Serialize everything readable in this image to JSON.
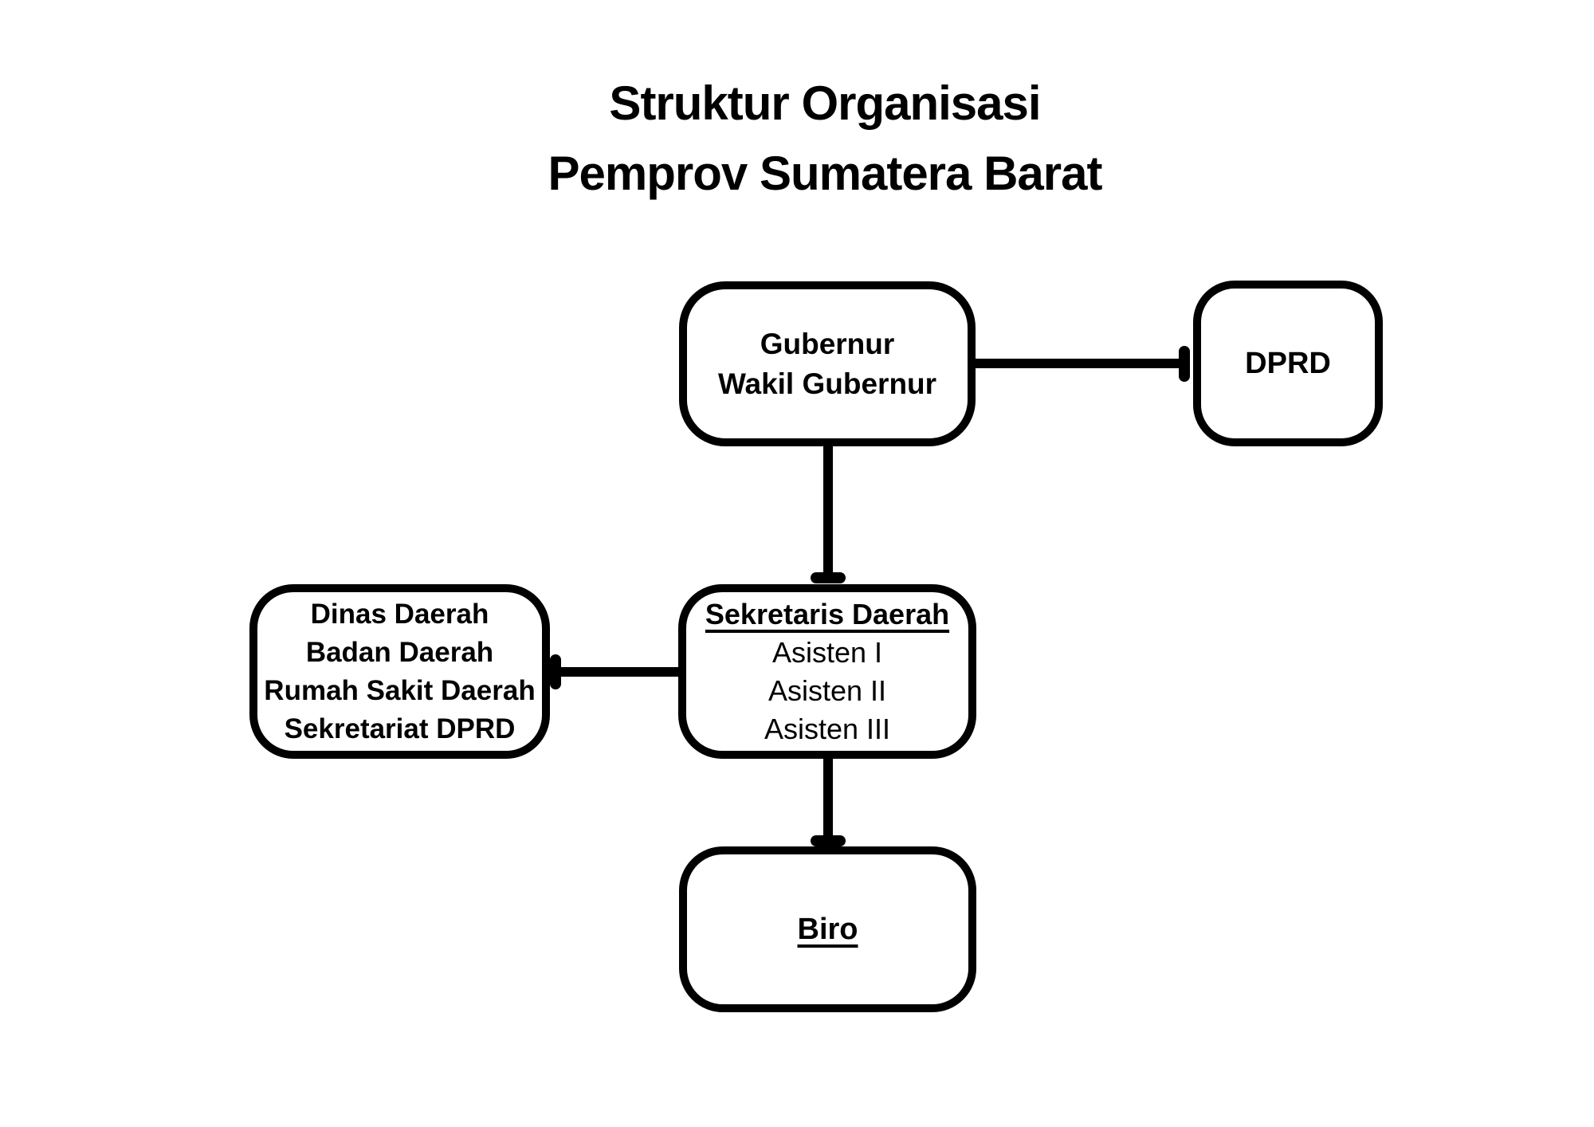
{
  "title": {
    "line1": "Struktur Organisasi",
    "line2": "Pemprov Sumatera Barat"
  },
  "nodes": {
    "gubernur": {
      "lines": [
        "Gubernur",
        "Wakil Gubernur"
      ]
    },
    "dprd": {
      "label": "DPRD"
    },
    "sekretaris_daerah": {
      "heading": "Sekretaris Daerah",
      "items": [
        "Asisten I",
        "Asisten II",
        "Asisten III"
      ]
    },
    "perangkat_daerah": {
      "lines": [
        "Dinas Daerah",
        "Badan Daerah",
        "Rumah Sakit Daerah",
        "Sekretariat DPRD"
      ]
    },
    "biro": {
      "label": "Biro"
    }
  },
  "edges": [
    {
      "from": "gubernur",
      "to": "dprd",
      "direction": "horizontal"
    },
    {
      "from": "gubernur",
      "to": "sekretaris_daerah",
      "direction": "vertical"
    },
    {
      "from": "sekretaris_daerah",
      "to": "perangkat_daerah",
      "direction": "horizontal"
    },
    {
      "from": "sekretaris_daerah",
      "to": "biro",
      "direction": "vertical"
    }
  ],
  "colors": {
    "ink": "#000000",
    "background": "#ffffff"
  }
}
